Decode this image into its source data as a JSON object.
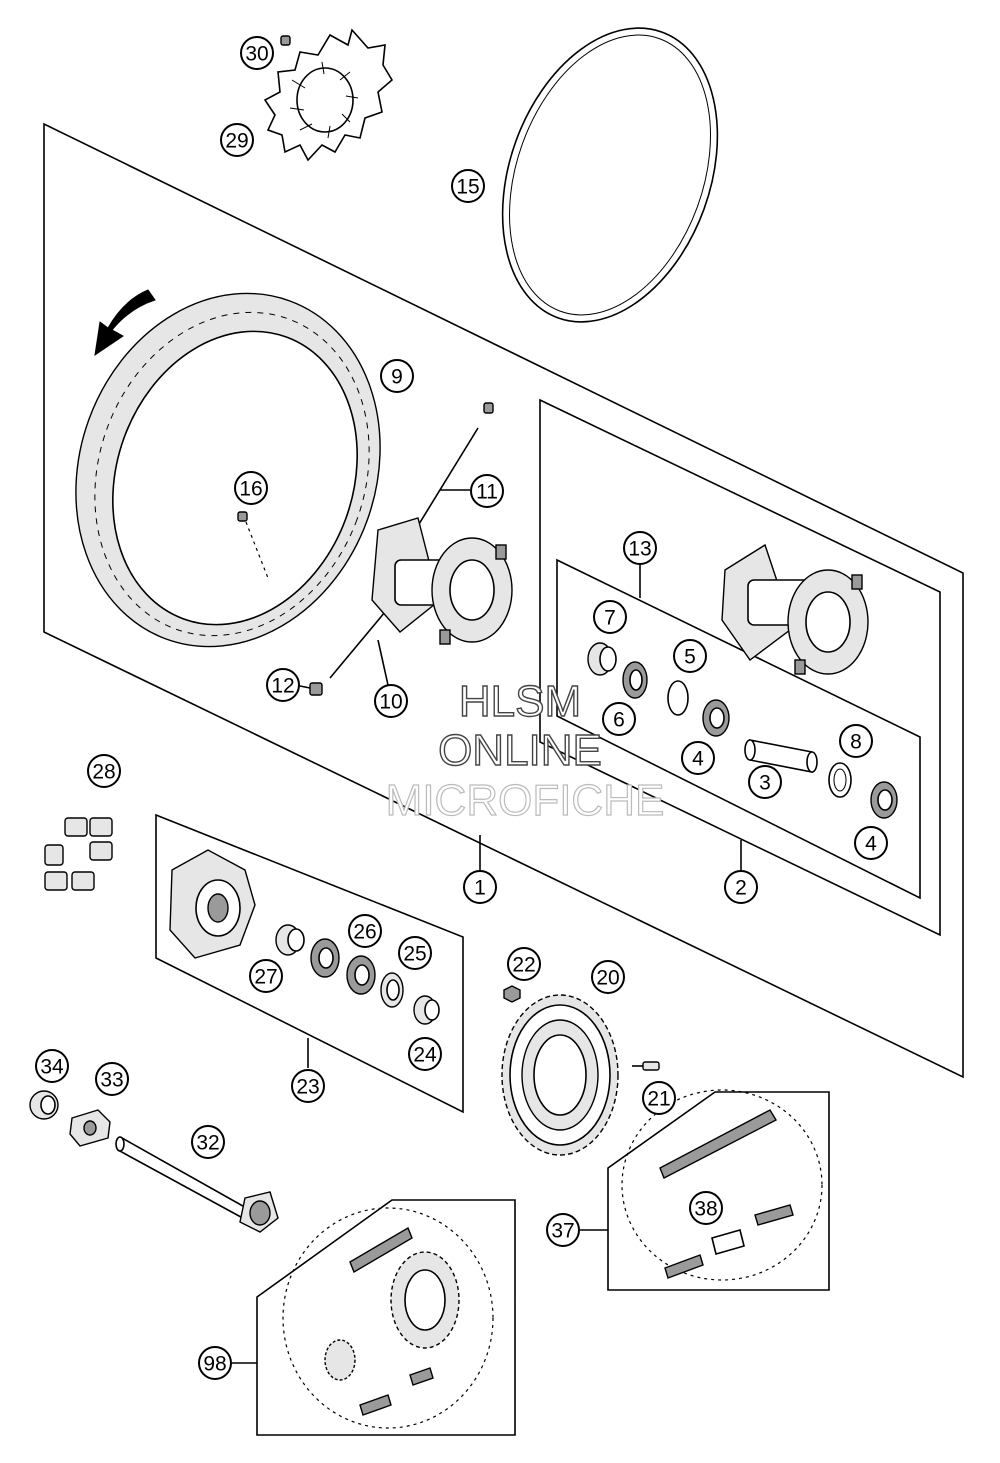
{
  "watermark": {
    "line1": "HLSM",
    "line2": "ONLINE",
    "line3": "MICROFICHE"
  },
  "callouts": [
    {
      "id": "c1",
      "label": "1"
    },
    {
      "id": "c2",
      "label": "2"
    },
    {
      "id": "c3",
      "label": "3"
    },
    {
      "id": "c4a",
      "label": "4"
    },
    {
      "id": "c4b",
      "label": "4"
    },
    {
      "id": "c5",
      "label": "5"
    },
    {
      "id": "c6",
      "label": "6"
    },
    {
      "id": "c7",
      "label": "7"
    },
    {
      "id": "c8",
      "label": "8"
    },
    {
      "id": "c9",
      "label": "9"
    },
    {
      "id": "c10",
      "label": "10"
    },
    {
      "id": "c11",
      "label": "11"
    },
    {
      "id": "c12",
      "label": "12"
    },
    {
      "id": "c13",
      "label": "13"
    },
    {
      "id": "c15",
      "label": "15"
    },
    {
      "id": "c16",
      "label": "16"
    },
    {
      "id": "c20",
      "label": "20"
    },
    {
      "id": "c21",
      "label": "21"
    },
    {
      "id": "c22",
      "label": "22"
    },
    {
      "id": "c23",
      "label": "23"
    },
    {
      "id": "c24",
      "label": "24"
    },
    {
      "id": "c25",
      "label": "25"
    },
    {
      "id": "c26",
      "label": "26"
    },
    {
      "id": "c27",
      "label": "27"
    },
    {
      "id": "c28",
      "label": "28"
    },
    {
      "id": "c29",
      "label": "29"
    },
    {
      "id": "c30",
      "label": "30"
    },
    {
      "id": "c32",
      "label": "32"
    },
    {
      "id": "c33",
      "label": "33"
    },
    {
      "id": "c34",
      "label": "34"
    },
    {
      "id": "c37",
      "label": "37"
    },
    {
      "id": "c38",
      "label": "38"
    },
    {
      "id": "c98",
      "label": "98"
    }
  ]
}
